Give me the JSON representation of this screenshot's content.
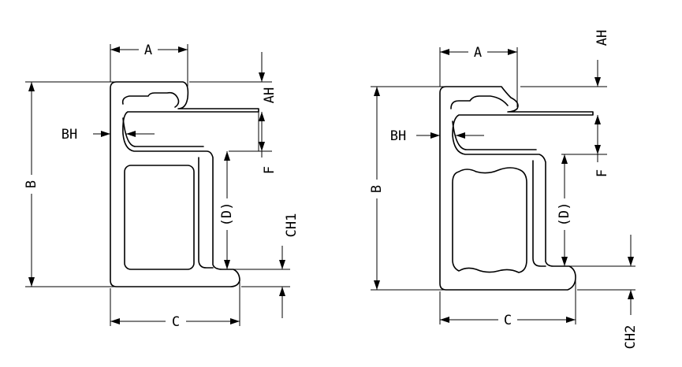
{
  "profile_left": {
    "labels": {
      "a": "A",
      "b": "B",
      "c": "C",
      "d": "(D)",
      "f": "F",
      "ah": "AH",
      "bh": "BH",
      "ch": "CH1"
    }
  },
  "profile_right": {
    "labels": {
      "a": "A",
      "b": "B",
      "c": "C",
      "d": "(D)",
      "f": "F",
      "ah": "AH",
      "bh": "BH",
      "ch": "CH2"
    }
  }
}
